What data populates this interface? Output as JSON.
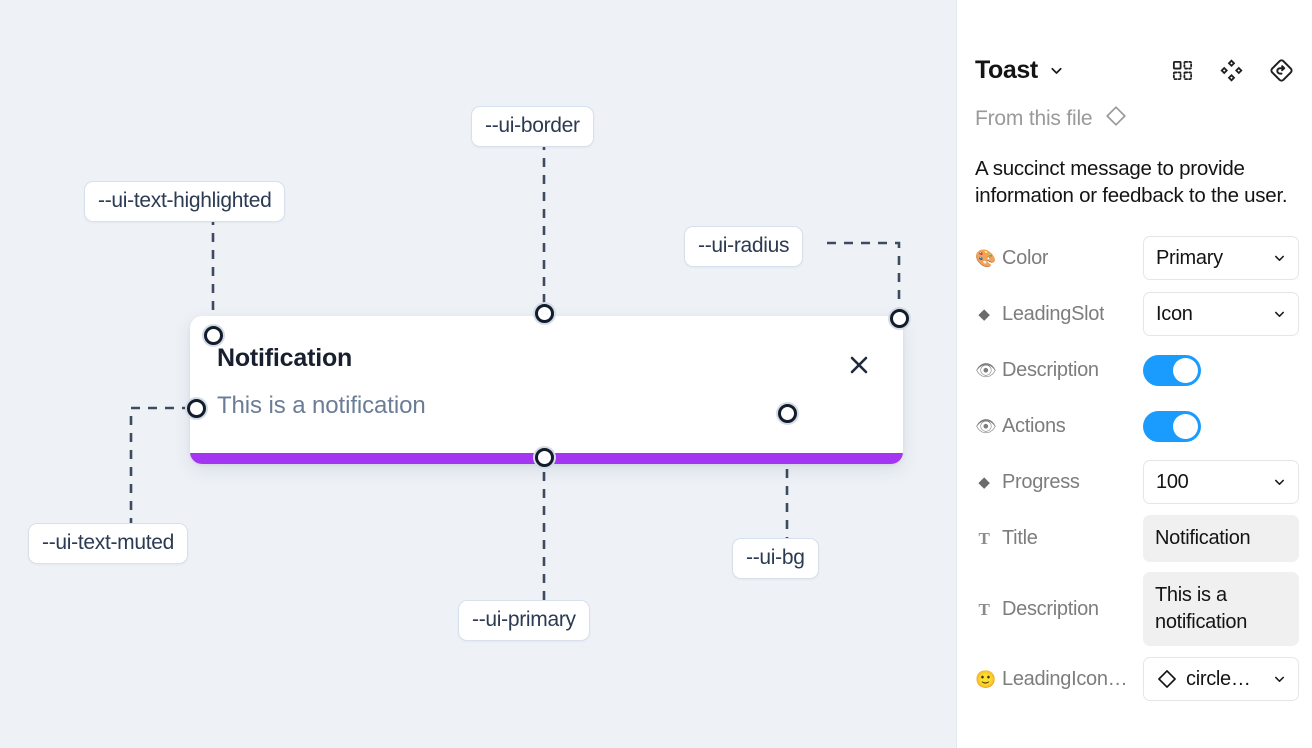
{
  "canvas": {
    "background_color": "#eef2f7",
    "toast": {
      "title": "Notification",
      "description": "This is a notification",
      "close_icon": "close-icon",
      "progress_color": "#a435f0",
      "background_color": "#ffffff",
      "title_color": "#18202f",
      "description_color": "#6b7d96"
    },
    "annotations": [
      {
        "id": "ui-text-highlighted",
        "label": "--ui-text-highlighted"
      },
      {
        "id": "ui-border",
        "label": "--ui-border"
      },
      {
        "id": "ui-radius",
        "label": "--ui-radius"
      },
      {
        "id": "ui-text-muted",
        "label": "--ui-text-muted"
      },
      {
        "id": "ui-primary",
        "label": "--ui-primary"
      },
      {
        "id": "ui-bg",
        "label": "--ui-bg"
      }
    ]
  },
  "panel": {
    "title": "Toast",
    "title_caret_icon": "chevron-down-icon",
    "header_icons": [
      {
        "name": "component-variants-icon"
      },
      {
        "name": "component-cluster-icon"
      },
      {
        "name": "reset-instance-icon"
      }
    ],
    "from_file": {
      "label": "From this file",
      "icon": "diamond-component-icon"
    },
    "description": "A succinct message to provide information or feedback to the user.",
    "properties": [
      {
        "icon": "palette-emoji",
        "glyph": "🎨",
        "label": "Color",
        "control": "select",
        "value": "Primary"
      },
      {
        "icon": "diamond-icon",
        "glyph": "◆",
        "label": "LeadingSlot",
        "control": "select",
        "value": "Icon"
      },
      {
        "icon": "eye-emoji",
        "glyph": "👁",
        "label": "Description",
        "control": "toggle",
        "value": "on"
      },
      {
        "icon": "eye-emoji",
        "glyph": "👁",
        "label": "Actions",
        "control": "toggle",
        "value": "on"
      },
      {
        "icon": "diamond-icon",
        "glyph": "◆",
        "label": "Progress",
        "control": "select",
        "value": "100"
      },
      {
        "icon": "text-icon",
        "glyph": "T",
        "label": "Title",
        "control": "textfield",
        "value": "Notification"
      },
      {
        "icon": "text-icon",
        "glyph": "T",
        "label": "Description",
        "control": "textfield",
        "value": "This is a notification"
      },
      {
        "icon": "smiley-emoji",
        "glyph": "🙂",
        "label": "LeadingIcon…",
        "control": "select-icon",
        "value": "circle…"
      }
    ],
    "toggle_on_color": "#1a9cff",
    "field_background": "#f0f0f0"
  }
}
